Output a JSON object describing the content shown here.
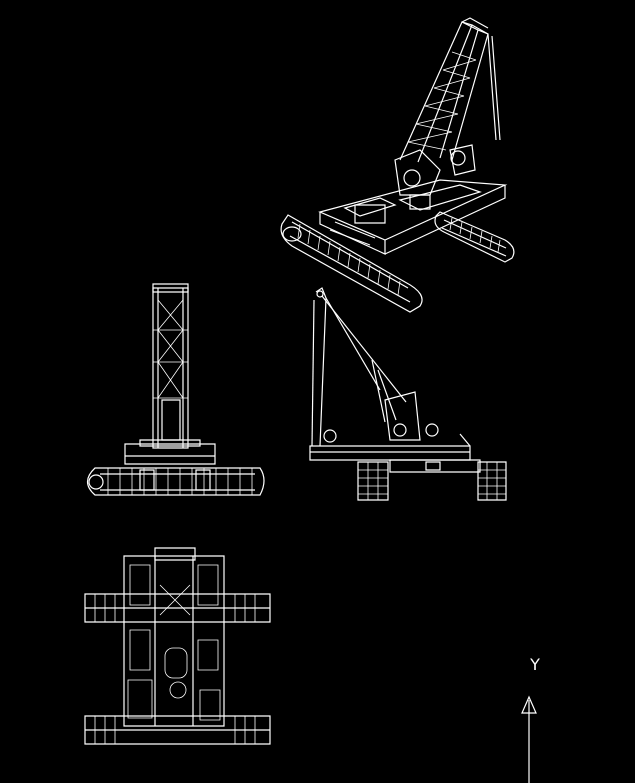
{
  "colors": {
    "background": "#000000",
    "lines": "#ffffff"
  },
  "views": [
    {
      "id": "isometric-view",
      "description_visible": false
    },
    {
      "id": "front-view"
    },
    {
      "id": "side-view"
    },
    {
      "id": "top-view"
    }
  ],
  "ucs": {
    "axis_label": "Y"
  }
}
